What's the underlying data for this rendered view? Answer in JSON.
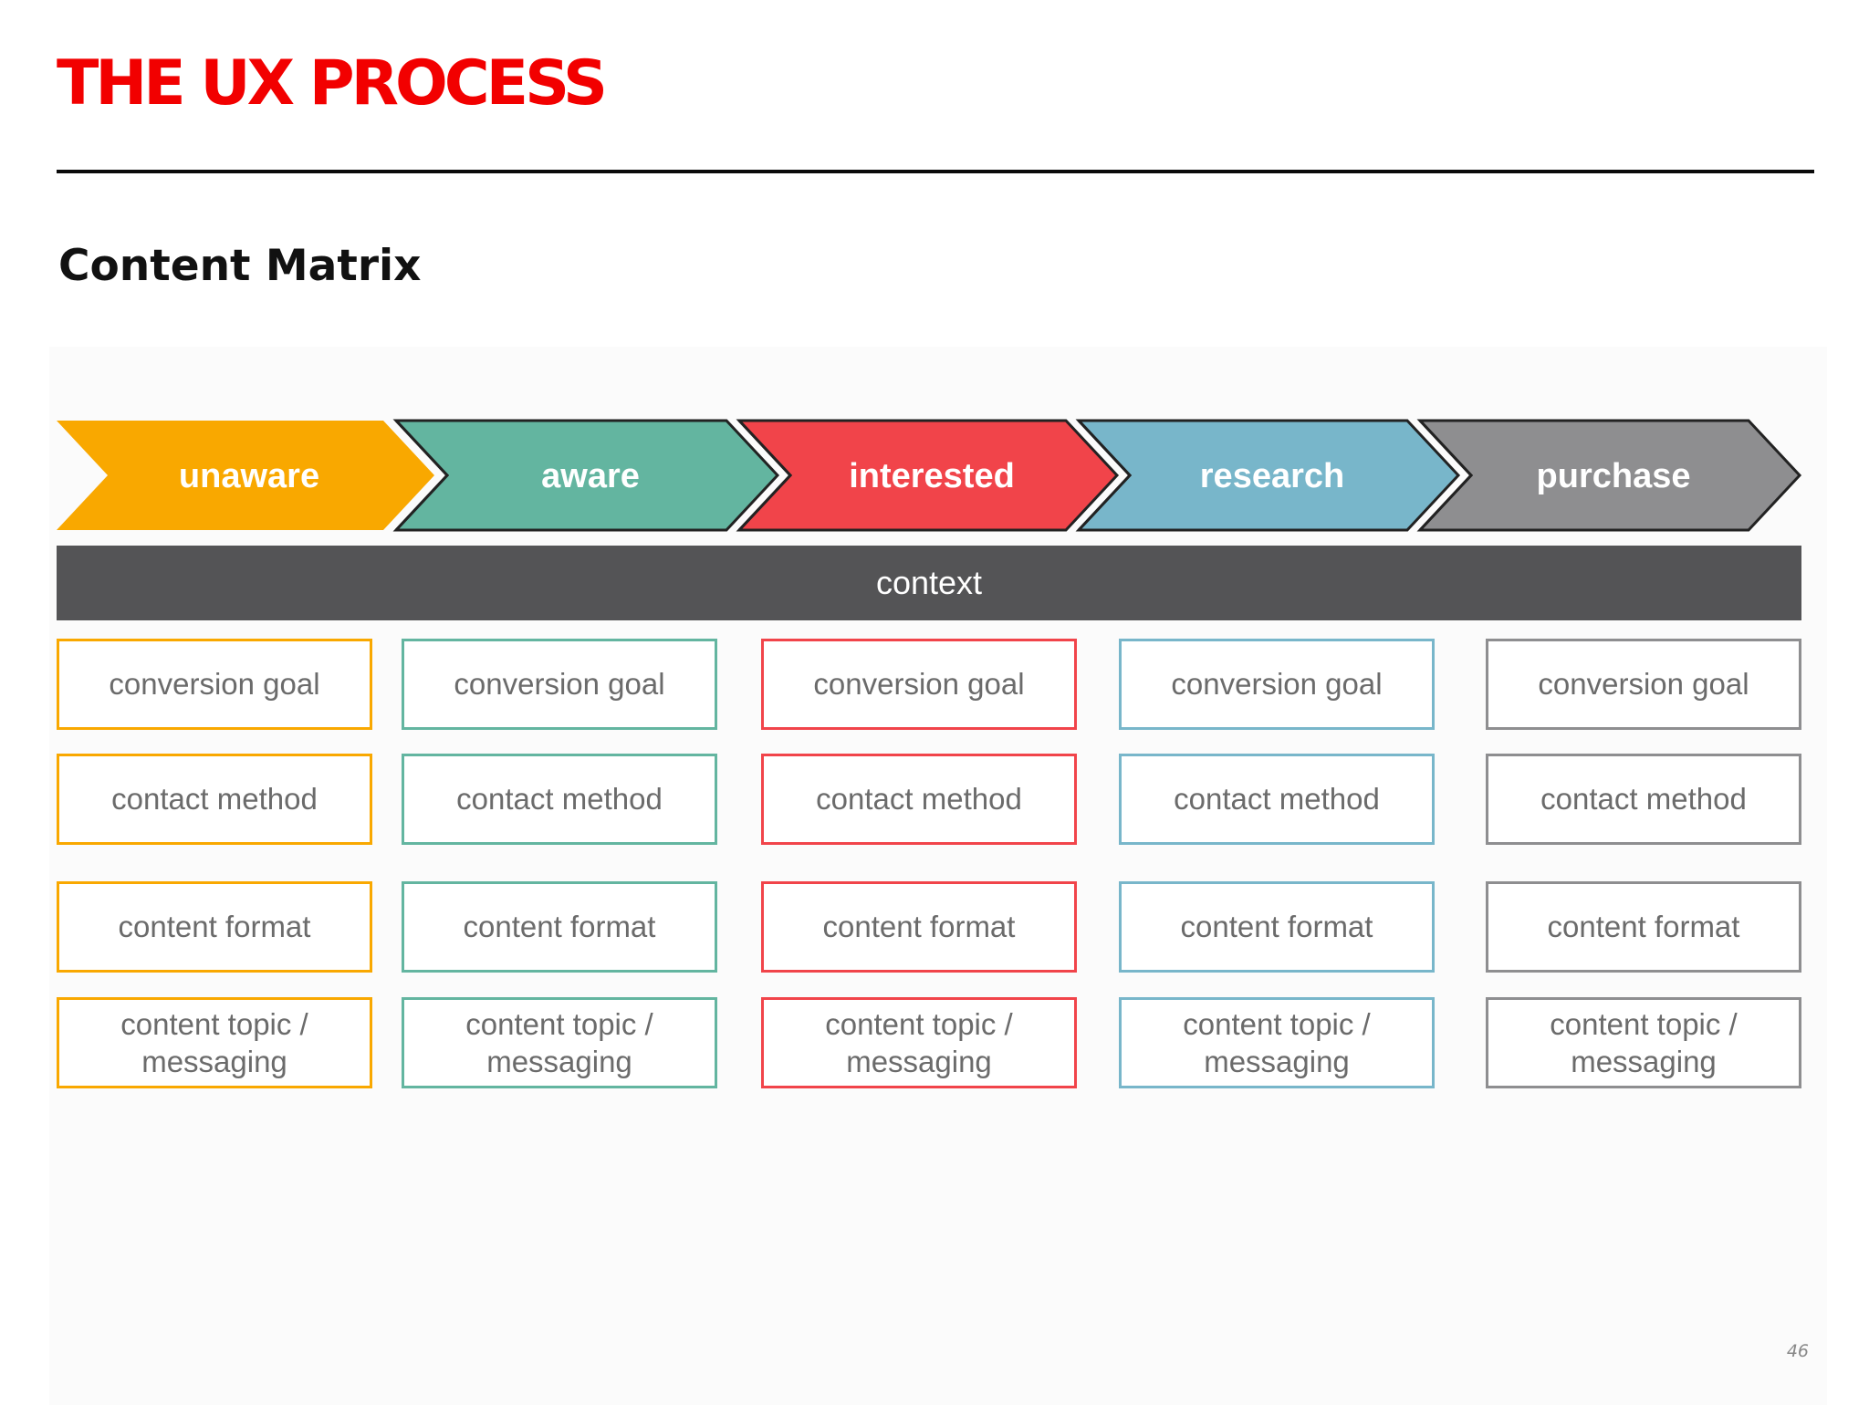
{
  "header": {
    "title": "THE UX PROCESS",
    "subtitle": "Content Matrix"
  },
  "stages": [
    {
      "label": "unaware",
      "color": "#f9a800",
      "border": "#f9a800"
    },
    {
      "label": "aware",
      "color": "#63b5a0",
      "border": "#63b5a0"
    },
    {
      "label": "interested",
      "color": "#f1444a",
      "border": "#f1444a"
    },
    {
      "label": "research",
      "color": "#78b6ca",
      "border": "#78b6ca"
    },
    {
      "label": "purchase",
      "color": "#8e8e90",
      "border": "#8e8e90"
    }
  ],
  "context_label": "context",
  "row_labels": [
    "conversion goal",
    "contact method",
    "content format",
    "content topic / messaging"
  ],
  "footer": {
    "page_number": "46"
  }
}
